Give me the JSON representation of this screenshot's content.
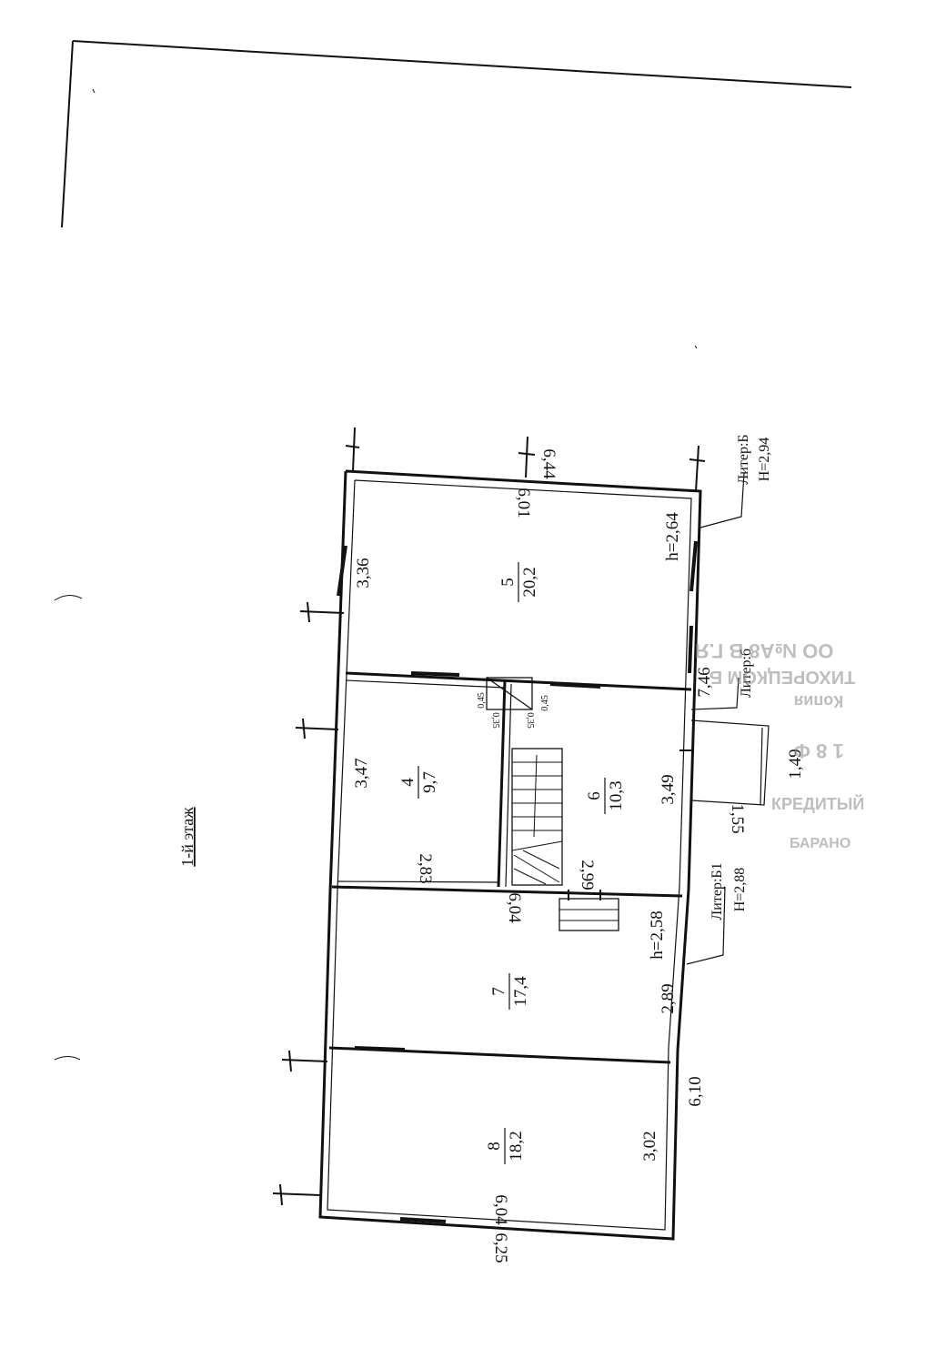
{
  "title": "1-й этаж",
  "rooms": [
    {
      "number": "5",
      "area": "20,2",
      "height": "h=2,64"
    },
    {
      "number": "4",
      "area": "9,7"
    },
    {
      "number": "6",
      "area": "10,3"
    },
    {
      "number": "7",
      "area": "17,4",
      "height": "h=2,58"
    },
    {
      "number": "8",
      "area": "18,2"
    }
  ],
  "dimensions": {
    "d644": "6,44",
    "d601": "6,01",
    "d336": "3,36",
    "d746": "7,46",
    "d347": "3,47",
    "d283": "2,83",
    "d349": "3,49",
    "d299": "2,99",
    "d155": "1,55",
    "d149": "1,49",
    "d604a": "6,04",
    "d289": "2,89",
    "d610": "6,10",
    "d302": "3,02",
    "d604b": "6,04",
    "d625": "6,25",
    "d045a": "0,45",
    "d045b": "0,45",
    "d035a": "0,35",
    "d035b": "0,35"
  },
  "liters": {
    "b_name": "Литер:Б",
    "b_height": "H=2,94",
    "b_small": "Литер:б",
    "b1_name": "Литер:Б1",
    "b1_height": "H=2,88"
  },
  "stamp": {
    "line1": "ОО №А8 В Г.Я",
    "line2": "ТИХОРЕЦКОМ Б",
    "line3": "Копия",
    "line4": "1 8 Ф",
    "line5": "КРЕДИТЫЙ",
    "line6": "БАРАНО"
  }
}
